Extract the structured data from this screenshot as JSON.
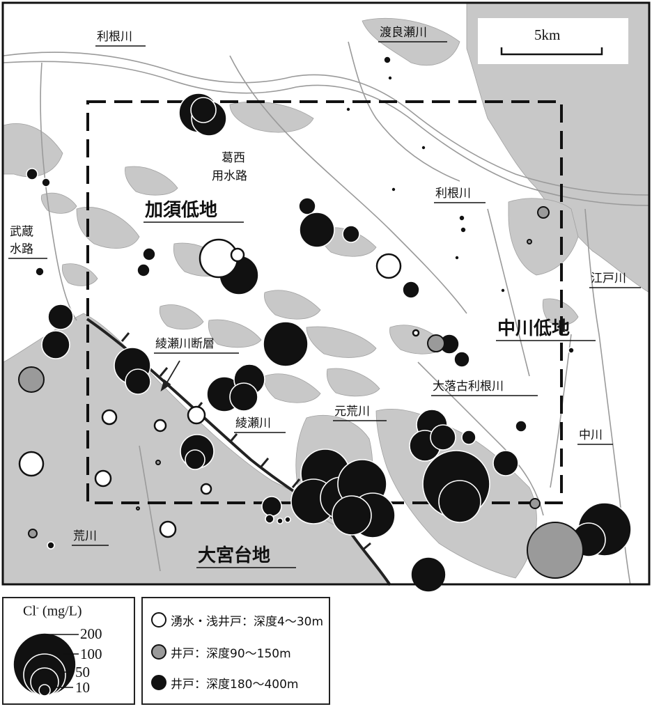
{
  "map": {
    "labels": {
      "tone_river_nw": "利根川",
      "watarase_river": "渡良瀬川",
      "tone_river_e": "利根川",
      "kasai_canal_1": "葛西",
      "kasai_canal_2": "用水路",
      "kazo_lowland": "加須低地",
      "musashi_canal_1": "武蔵",
      "musashi_canal_2": "水路",
      "edo_river": "江戸川",
      "nakagawa_lowland": "中川低地",
      "ayase_fault": "綾瀬川断層",
      "old_tone_river": "大落古利根川",
      "moto_ara_river": "元荒川",
      "ayase_river": "綾瀬川",
      "naka_river": "中川",
      "ara_river": "荒川",
      "omiya_upland": "大宮台地"
    },
    "scale_bar": "5km"
  },
  "legend": {
    "concentration": {
      "title": "Cl",
      "title_sup": "-",
      "title_unit": " (mg/L)",
      "values": [
        "200",
        "100",
        "50",
        "10"
      ]
    },
    "types": [
      {
        "label": "湧水・浅井戸：深度4～30m",
        "color": "#ffffff"
      },
      {
        "label": "井戸：深度90～150m",
        "color": "#9a9a9a"
      },
      {
        "label": "井戸：深度180～400m",
        "color": "#111111"
      }
    ]
  },
  "colors": {
    "lowland_gray": "#c8c8c8",
    "frame": "#111111",
    "river_line": "#9a9a9a"
  }
}
